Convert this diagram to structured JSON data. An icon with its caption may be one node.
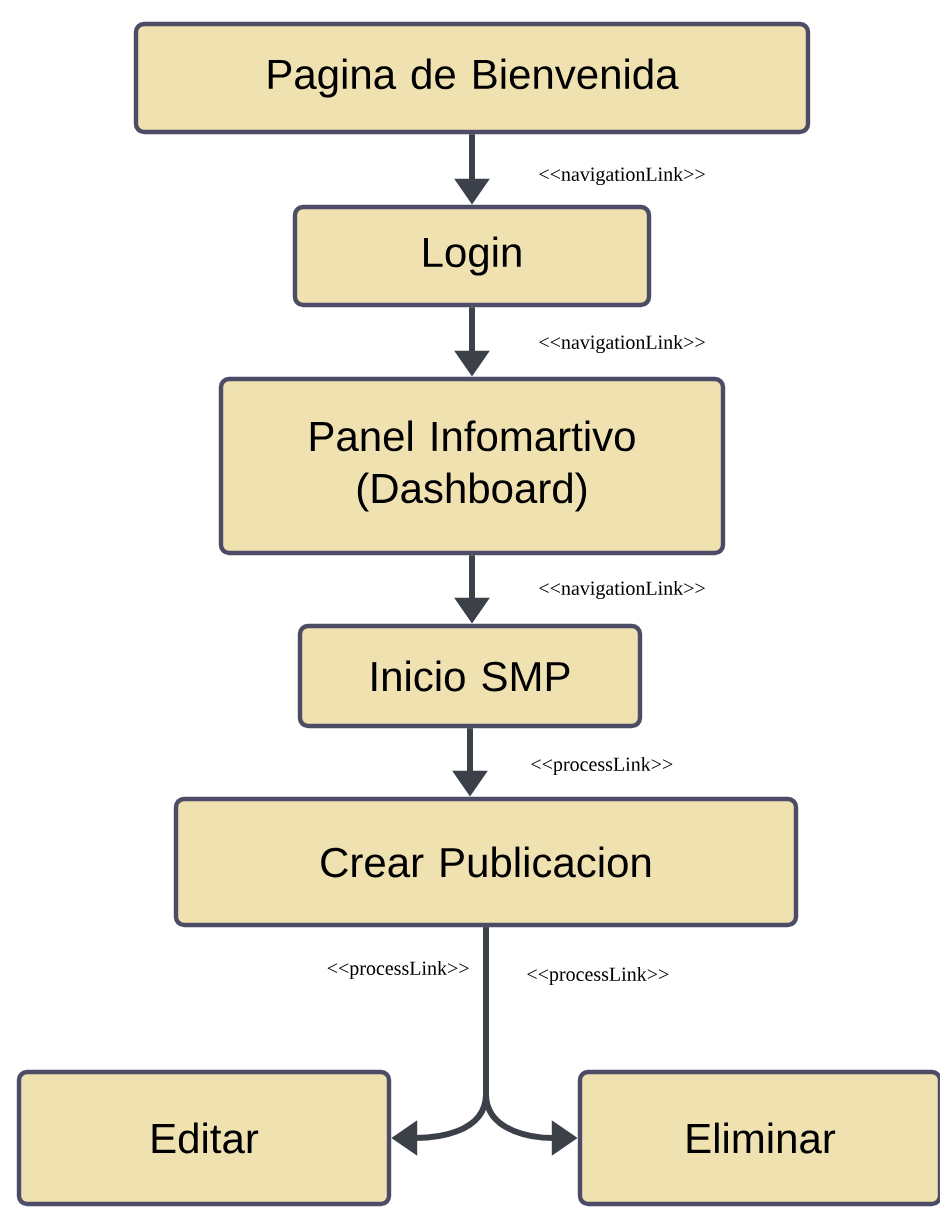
{
  "diagram": {
    "nodes": [
      {
        "text": [
          "Pagina de Bienvenida"
        ]
      },
      {
        "text": [
          "Login"
        ]
      },
      {
        "text": [
          "Panel Infomartivo (Dashboard)"
        ]
      },
      {
        "text": [
          "Inicio SMP"
        ]
      },
      {
        "text": [
          "Crear Publicacion"
        ]
      },
      {
        "text": [
          "Editar"
        ]
      },
      {
        "text": [
          "Eliminar"
        ]
      }
    ],
    "edges": [
      {
        "from": 0,
        "to": 1,
        "arrow": "to",
        "label": "<<navigationLink>>"
      },
      {
        "from": 1,
        "to": 2,
        "arrow": "to",
        "label": "<<navigationLink>>"
      },
      {
        "from": 2,
        "to": 3,
        "arrow": "to",
        "label": "<<navigationLink>>"
      },
      {
        "from": 3,
        "to": 4,
        "arrow": "to",
        "label": "<<processLink>>"
      },
      {
        "from": 4,
        "to": 5,
        "arrow": "to",
        "label": "<<processLink>>"
      },
      {
        "from": 4,
        "to": 6,
        "arrow": "to",
        "label": "<<processLink>>"
      }
    ]
  }
}
